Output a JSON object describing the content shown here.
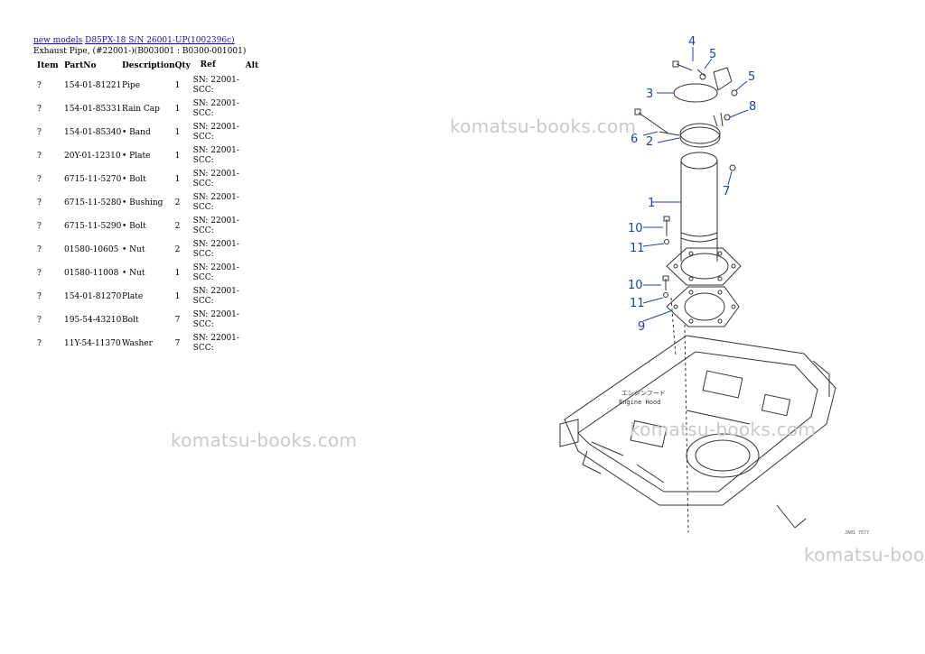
{
  "breadcrumb": {
    "link1": "new models",
    "link2": "D85PX-18 S/N 26001-UP(1002396c)"
  },
  "subtitle": "Exhaust Pipe, (#22001-)(B003001 : B0300-001001)",
  "table": {
    "headers": [
      "Item",
      "PartNo",
      "Description",
      "Qty",
      "Ref",
      "Alt"
    ],
    "rows": [
      {
        "item": "?",
        "partno": "154-01-81221",
        "desc": "Pipe",
        "qty": "1",
        "ref": "SN: 22001-SCC:"
      },
      {
        "item": "?",
        "partno": "154-01-85331",
        "desc": "Rain Cap",
        "qty": "1",
        "ref": "SN: 22001-SCC:"
      },
      {
        "item": "?",
        "partno": "154-01-85340",
        "desc": "• Band",
        "qty": "1",
        "ref": "SN: 22001-SCC:"
      },
      {
        "item": "?",
        "partno": "20Y-01-12310",
        "desc": "• Plate",
        "qty": "1",
        "ref": "SN: 22001-SCC:"
      },
      {
        "item": "?",
        "partno": "6715-11-5270",
        "desc": "• Bolt",
        "qty": "1",
        "ref": "SN: 22001-SCC:"
      },
      {
        "item": "?",
        "partno": "6715-11-5280",
        "desc": "• Bushing",
        "qty": "2",
        "ref": "SN: 22001-SCC:"
      },
      {
        "item": "?",
        "partno": "6715-11-5290",
        "desc": "• Bolt",
        "qty": "2",
        "ref": "SN: 22001-SCC:"
      },
      {
        "item": "?",
        "partno": "01580-10605",
        "desc": "• Nut",
        "qty": "2",
        "ref": "SN: 22001-SCC:"
      },
      {
        "item": "?",
        "partno": "01580-11008",
        "desc": "• Nut",
        "qty": "1",
        "ref": "SN: 22001-SCC:"
      },
      {
        "item": "?",
        "partno": "154-01-81270",
        "desc": "Plate",
        "qty": "1",
        "ref": "SN: 22001-SCC:"
      },
      {
        "item": "?",
        "partno": "195-54-43210",
        "desc": "Bolt",
        "qty": "7",
        "ref": "SN: 22001-SCC:"
      },
      {
        "item": "?",
        "partno": "11Y-54-11370",
        "desc": "Washer",
        "qty": "7",
        "ref": "SN: 22001-SCC:"
      }
    ]
  },
  "watermark": "komatsu-books.com",
  "diagram": {
    "callouts": [
      "4",
      "5",
      "5",
      "3",
      "8",
      "6",
      "2",
      "7",
      "1",
      "10",
      "11",
      "10",
      "11",
      "9"
    ],
    "hood_label_jp": "エンジンフード",
    "hood_label_en": "Engine Hood",
    "code": "JA01 7577"
  },
  "colors": {
    "link": "#1a0dab",
    "callout": "#1f3fb5",
    "watermark": "#c9c9c9"
  }
}
